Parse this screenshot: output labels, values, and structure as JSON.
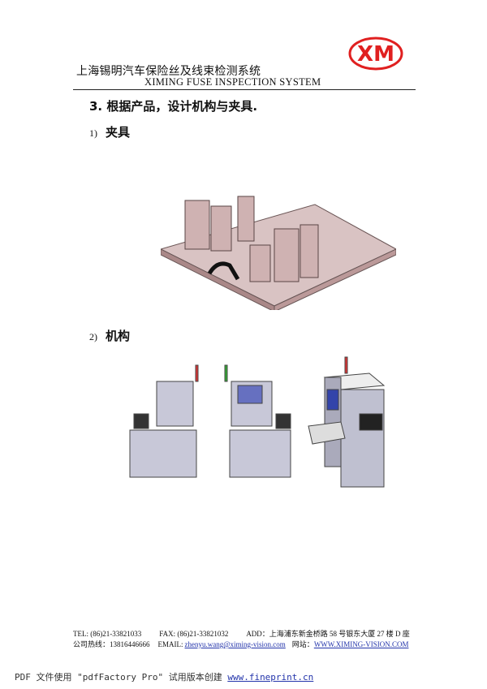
{
  "header": {
    "title_cn": "上海锡明汽车保险丝及线束检测系统",
    "title_en": "XIMING FUSE INSPECTION SYSTEM",
    "logo_text": "XM",
    "logo_color": "#e02020"
  },
  "section": {
    "heading": "3. 根据产品，设计机构与夹具.",
    "items": [
      {
        "num": "1)",
        "label": "夹具"
      },
      {
        "num": "2)",
        "label": "机构"
      }
    ]
  },
  "footer": {
    "tel": "TEL: (86)21-33821033",
    "fax": "FAX: (86)21-33821032",
    "add": "ADD：上海浦东新金桥路 58 号银东大厦 27 楼 D 座",
    "hotline": "公司热线：13816446666",
    "email_label": "EMAIL:",
    "email": "zhenyu.wang@ximing-vision.com",
    "web_label": "网站：",
    "web": "WWW.XIMING-VISION.COM"
  },
  "pdf_note": {
    "text": "PDF 文件使用 \"pdfFactory Pro\" 试用版本创建",
    "link": "www.fineprint.cn"
  }
}
